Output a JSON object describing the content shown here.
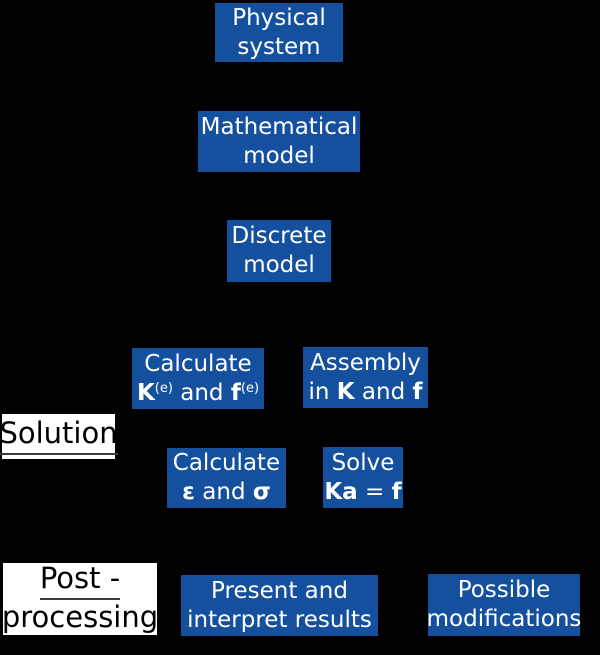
{
  "colors": {
    "background": "#000000",
    "box_fill": "#14509d",
    "box_text": "#ffffff",
    "label_bg": "#ffffff",
    "label_text": "#000000"
  },
  "boxes": {
    "physical": {
      "line1": "Physical",
      "line2": "system"
    },
    "mathematical": {
      "line1": "Mathematical",
      "line2": "model"
    },
    "discrete": {
      "line1": "Discrete",
      "line2": "model"
    },
    "calc_ke": {
      "line1": "Calculate",
      "line2": {
        "b1": "K",
        "sup1": "(e)",
        "mid": " and ",
        "b2": "f",
        "sup2": "(e)"
      }
    },
    "assembly": {
      "line1": "Assembly",
      "line2": {
        "pre": "in ",
        "b1": "K",
        "mid": " and ",
        "b2": "f"
      }
    },
    "calc_eps": {
      "line1": "Calculate",
      "line2": {
        "b1": "ε",
        "mid": " and ",
        "b2": "σ"
      }
    },
    "solve": {
      "line1": "Solve",
      "line2": {
        "b1": "Ka",
        "mid": " = ",
        "b2": "f"
      }
    },
    "present": {
      "line1": "Present and",
      "line2": "interpret results"
    },
    "possible": {
      "line1": "Possible",
      "line2": "modifications"
    }
  },
  "labels": {
    "solution": "Solution",
    "post_line1": "Post -",
    "post_line2": "processing"
  }
}
